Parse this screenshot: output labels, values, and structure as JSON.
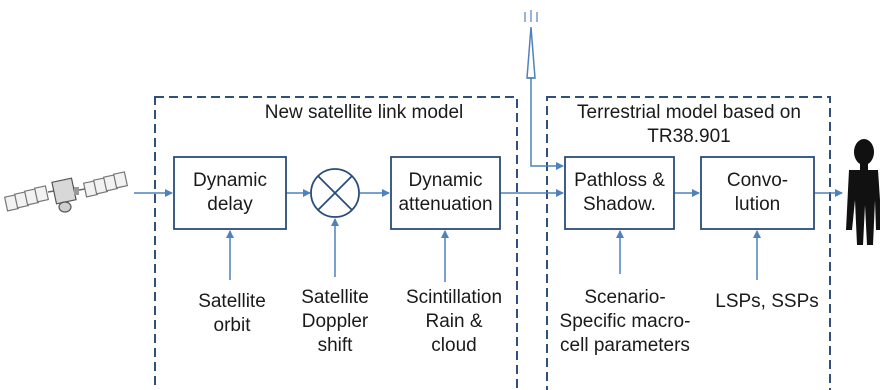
{
  "colors": {
    "line": "#4f81bd",
    "box_border": "#2a4c7a",
    "dashed_border": "#2f4f7f",
    "text": "#1a1a1a"
  },
  "regions": {
    "satellite_title": "New satellite link model",
    "terrestrial_title": "Terrestrial model based on\nTR38.901"
  },
  "blocks": {
    "dynamic_delay": "Dynamic\ndelay",
    "dynamic_attenuation": "Dynamic\nattenuation",
    "pathloss_shadow": "Pathloss &\nShadow.",
    "convolution": "Convo-\nlution"
  },
  "inputs": {
    "satellite_orbit": "Satellite\norbit",
    "satellite_doppler": "Satellite\nDoppler\nshift",
    "scintillation": "Scintillation\nRain &\ncloud",
    "scenario_specific": "Scenario-\nSpecific macro-\ncell parameters",
    "lsps_ssps": "LSPs, SSPs"
  },
  "icons": [
    "satellite-icon",
    "multiplier-icon",
    "antenna-icon",
    "person-silhouette-icon"
  ]
}
